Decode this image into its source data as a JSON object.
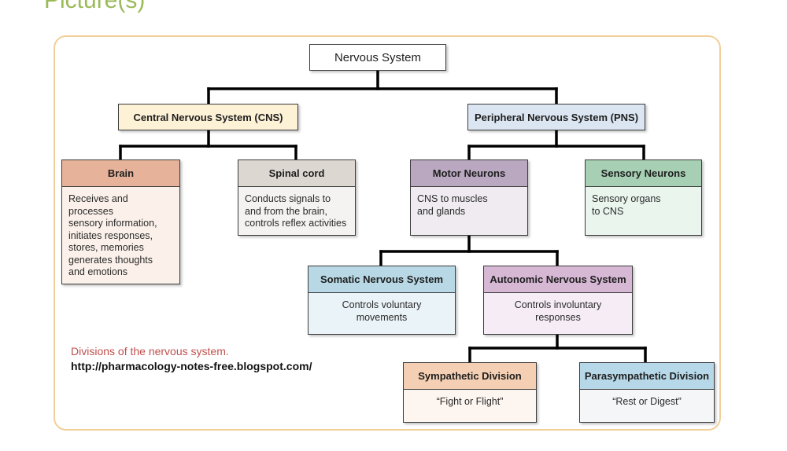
{
  "page_heading": "Picture(s)",
  "root": {
    "label": "Nervous System"
  },
  "cns": {
    "label": "Central Nervous System (CNS)"
  },
  "pns": {
    "label": "Peripheral Nervous System (PNS)"
  },
  "brain": {
    "title": "Brain",
    "description": "Receives and processes\nsensory information,\ninitiates responses,\nstores, memories\ngenerates thoughts\nand emotions"
  },
  "spinal_cord": {
    "title": "Spinal cord",
    "description": "Conducts signals to\nand from the brain,\ncontrols reflex activities"
  },
  "motor_neurons": {
    "title": "Motor Neurons",
    "description": "CNS to muscles\nand glands"
  },
  "sensory_neurons": {
    "title": "Sensory Neurons",
    "description": "Sensory organs\nto CNS"
  },
  "somatic": {
    "title": "Somatic Nervous System",
    "description": "Controls voluntary\nmovements"
  },
  "autonomic": {
    "title": "Autonomic Nervous System",
    "description": "Controls involuntary\nresponses"
  },
  "sympathetic": {
    "title": "Sympathetic Division",
    "description": "“Fight or Flight”"
  },
  "parasympathetic": {
    "title": "Parasympathetic Division",
    "description": "“Rest or Digest”"
  },
  "caption": "Divisions of the nervous system.",
  "source_url": "http://pharmacology-notes-free.blogspot.com/",
  "colors": {
    "frame_border": "#f2cf9a",
    "heading": "#9bbb59",
    "caption": "#c0504d",
    "cns_fill": "#fdf1d6",
    "pns_fill": "#dce6f2",
    "brain_head": "#e6b39a",
    "spinal_head": "#ddd7d2",
    "motor_head": "#b9a8c0",
    "sensory_head": "#a6cfb3",
    "somatic_head": "#b7d8e4",
    "autonomic_head": "#d6b7d4",
    "sympathetic_head": "#f4cfb3",
    "parasympathetic_head": "#b7d8e8"
  }
}
